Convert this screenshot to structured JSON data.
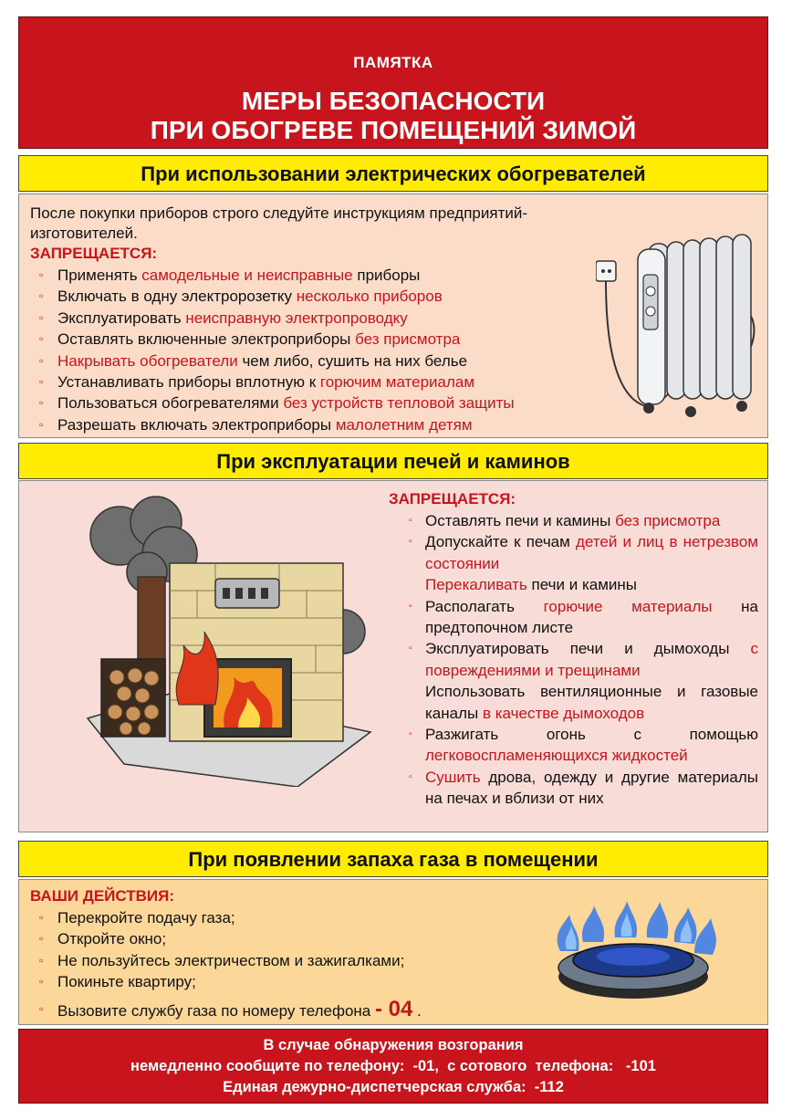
{
  "header": {
    "kicker": "ПАМЯТКА",
    "title_line1": "МЕРЫ БЕЗОПАСНОСТИ",
    "title_line2": "ПРИ ОБОГРЕВЕ ПОМЕЩЕНИЙ ЗИМОЙ"
  },
  "electric": {
    "heading": "При использовании электрических обогревателей",
    "intro": "После покупки приборов строго следуйте инструкциям предприятий-изготовителей.",
    "forbidden_label": "ЗАПРЕЩАЕТСЯ:",
    "items": [
      {
        "pre": "Применять ",
        "red": "самодельные и неисправные",
        "post": " приборы"
      },
      {
        "pre": "Включать в одну электророзетку ",
        "red": "несколько приборов",
        "post": ""
      },
      {
        "pre": "Эксплуатировать ",
        "red": "неисправную электропроводку",
        "post": ""
      },
      {
        "pre": "Оставлять включенные электроприборы ",
        "red": "без присмотра",
        "post": ""
      },
      {
        "pre": "",
        "red": "Накрывать обогреватели",
        "post": " чем либо, сушить на них белье"
      },
      {
        "pre": "Устанавливать приборы вплотную к ",
        "red": "горючим материалам",
        "post": ""
      },
      {
        "pre": "Пользоваться обогревателями ",
        "red": "без устройств тепловой защиты",
        "post": ""
      },
      {
        "pre": "Разрешать включать электроприборы ",
        "red": "малолетним детям",
        "post": ""
      }
    ],
    "illustration_icon": "oil-radiator-icon"
  },
  "stoves": {
    "heading": "При эксплуатации печей и каминов",
    "forbidden_label": "ЗАПРЕЩАЕТСЯ:",
    "items": [
      {
        "pre": "Оставлять печи и камины ",
        "red": "без присмотра",
        "post": ""
      },
      {
        "pre": "Допускайте к печам ",
        "red": "детей и лиц в нетрезвом состоянии",
        "post": ""
      },
      {
        "pre": "",
        "red": "Перекаливать",
        "post": " печи и камины"
      },
      {
        "pre": "Располагать ",
        "red": "горючие материалы",
        "post": " на предтопочном листе"
      },
      {
        "pre": "Эксплуатировать печи и дымоходы ",
        "red": "с повреждениями и трещинами",
        "post": ""
      },
      {
        "pre": "Использовать вентиляционные и газовые каналы ",
        "red": "в качестве дымоходов",
        "post": ""
      },
      {
        "pre": "Разжигать огонь с помощью ",
        "red": "легковоспламеняющихся жидкостей",
        "post": ""
      },
      {
        "pre": "",
        "red": "Сушить",
        "post": " дрова, одежду и другие материалы на печах и вблизи от них"
      }
    ],
    "illustration_icon": "fireplace-icon"
  },
  "gas": {
    "heading": "При появлении запаха газа в помещении",
    "actions_label": "ВАШИ ДЕЙСТВИЯ:",
    "items": [
      "Перекройте подачу газа;",
      "Откройте окно;",
      "Не пользуйтесь  электричеством и зажигалками;",
      "Покиньте квартиру;"
    ],
    "last_item_pre": "Вызовите службу газа по номеру телефона ",
    "last_item_phone": "- 04",
    "last_item_post": " .",
    "illustration_icon": "gas-burner-icon"
  },
  "footer": {
    "line1": "В случае обнаружения возгорания",
    "line2": "немедленно сообщите по телефону:  -01,  с сотового  телефона:   -101",
    "line3": "Единая дежурно-диспетчерская служба:  -112"
  },
  "colors": {
    "header_red": "#c8141c",
    "band_yellow": "#ffec00",
    "panel1_bg": "#fbdcc8",
    "panel2_bg": "#f7dcd8",
    "panel3_bg": "#fcd79a"
  }
}
